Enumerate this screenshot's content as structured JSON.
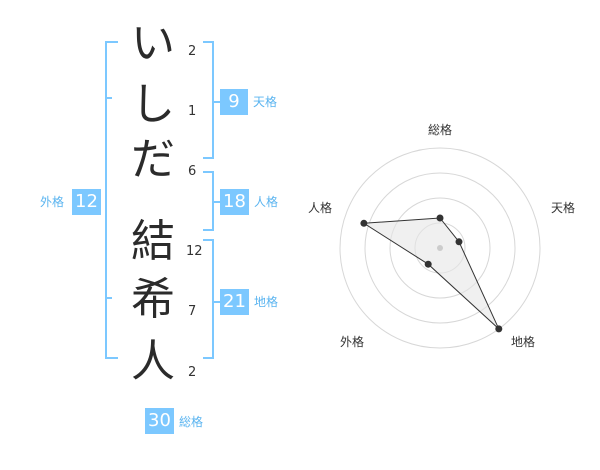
{
  "name": {
    "chars": [
      {
        "char": "い",
        "strokes": "2"
      },
      {
        "char": "し",
        "strokes": "1"
      },
      {
        "char": "だ",
        "strokes": "6"
      },
      {
        "char": "結",
        "strokes": "12"
      },
      {
        "char": "希",
        "strokes": "7"
      },
      {
        "char": "人",
        "strokes": "2"
      }
    ]
  },
  "kakusu": {
    "tenkaku": {
      "value": "9",
      "label": "天格"
    },
    "jinkaku": {
      "value": "18",
      "label": "人格"
    },
    "chikaku": {
      "value": "21",
      "label": "地格"
    },
    "gaikaku": {
      "value": "12",
      "label": "外格"
    },
    "soukaku": {
      "value": "30",
      "label": "総格"
    }
  },
  "colors": {
    "accent": "#7cc8ff",
    "accent_text": "#5ab4f0",
    "bracket": "#7cc8ff",
    "polygon_fill": "#e6e6e6",
    "polygon_stroke": "#333333",
    "ring": "#d7d7d7"
  },
  "chart_data": {
    "type": "radar",
    "axes": [
      "総格",
      "天格",
      "地格",
      "外格",
      "人格"
    ],
    "values": [
      0.3,
      0.2,
      1.0,
      0.2,
      0.8
    ],
    "range": [
      0,
      1
    ],
    "rings": 4
  }
}
